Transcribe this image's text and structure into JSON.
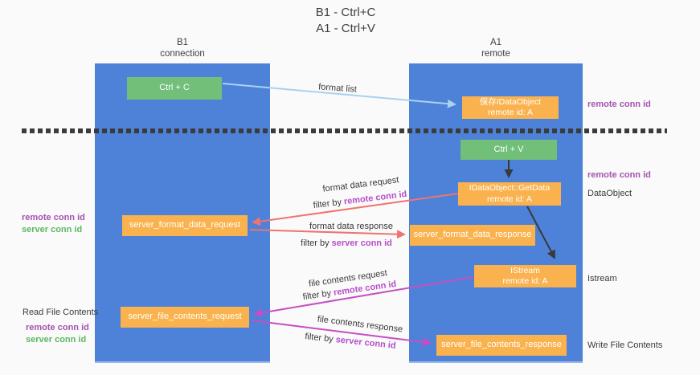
{
  "title": {
    "line1": "B1 - Ctrl+C",
    "line2": "A1 - Ctrl+V"
  },
  "columns": {
    "left": {
      "title": "B1",
      "subtitle": "connection"
    },
    "right": {
      "title": "A1",
      "subtitle": "remote"
    }
  },
  "boxes": {
    "ctrl_c": {
      "label": "Ctrl + C"
    },
    "ctrl_v": {
      "label": "Ctrl + V"
    },
    "save_dataobject": {
      "line1": "保存IDataObject",
      "line2": "remote id: A"
    },
    "getdata": {
      "line1": "IDataObject::GetData",
      "line2": "remote id: A"
    },
    "istream": {
      "line1": "IStream",
      "line2": "remote id: A"
    },
    "format_request": {
      "label": "server_format_data_request"
    },
    "format_response": {
      "label": "server_format_data_response"
    },
    "file_request": {
      "label": "server_file_contents_request"
    },
    "file_response": {
      "label": "server_file_contents_response"
    }
  },
  "flow_labels": {
    "format_list": "format list",
    "format_data_request": "format data request",
    "format_data_request_filter_prefix": "filter by ",
    "format_data_request_filter_key": "remote conn id",
    "format_data_response": "format data response",
    "format_data_response_filter_prefix": "filter by ",
    "format_data_response_filter_key": "server conn id",
    "file_contents_request": "file contents request",
    "file_contents_request_filter_prefix": "filter by ",
    "file_contents_request_filter_key": "remote conn id",
    "file_contents_response": "file contents response",
    "file_contents_response_filter_prefix": "filter by ",
    "file_contents_response_filter_key": "server conn id"
  },
  "side_labels": {
    "left_format_remote": "remote conn id",
    "left_format_server": "server conn id",
    "left_file_title": "Read File Contents",
    "left_file_remote": "remote conn id",
    "left_file_server": "server conn id",
    "right_top_remote": "remote conn id",
    "right_ctrlv_remote": "remote conn id",
    "right_dataobject": "DataObject",
    "right_istream": "Istream",
    "right_write": "Write File Contents"
  },
  "colors": {
    "column_blue": "#4d82d8",
    "box_green": "#71bf79",
    "box_orange": "#f9b24e",
    "arrow_lightblue": "#a8d2ee",
    "arrow_black": "#3a3a3a",
    "arrow_salmon": "#ee7470",
    "arrow_magenta": "#c44fc4",
    "label_purple": "#a653b0",
    "label_green": "#5cb860"
  }
}
